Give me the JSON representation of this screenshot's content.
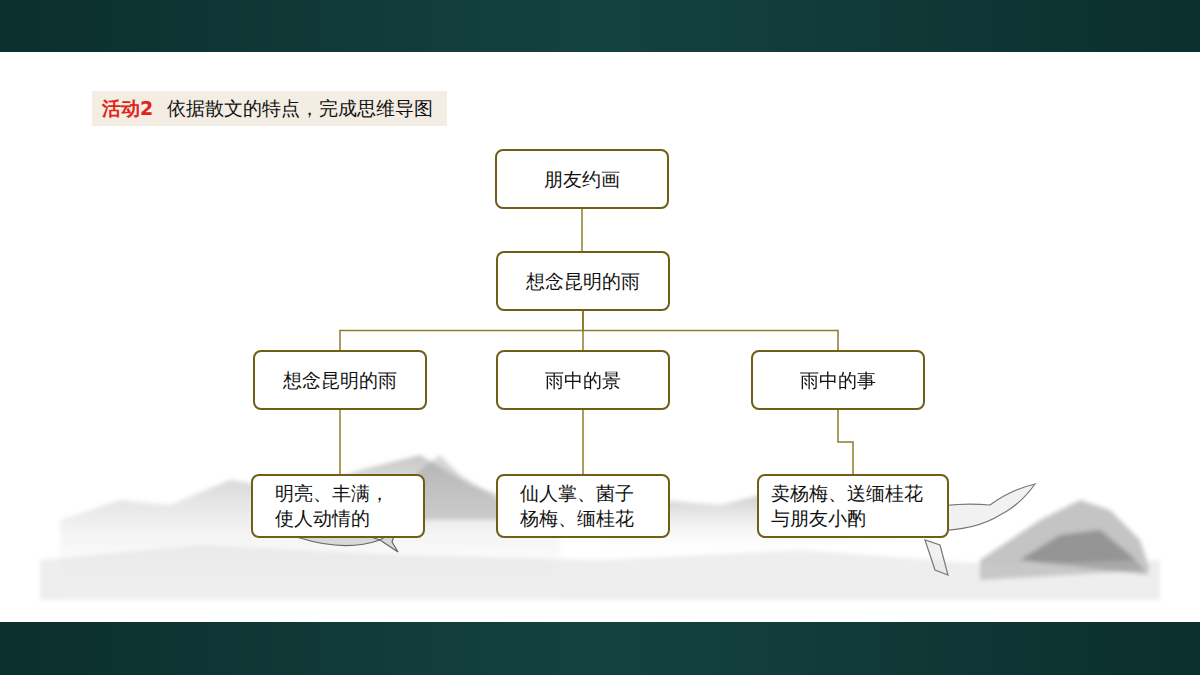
{
  "diagram": {
    "title": "活动2",
    "nodes": [
      {
        "text": [
          "朋友约画"
        ]
      },
      {
        "text": [
          "想念昆明的雨"
        ]
      },
      {
        "text": [
          "想念昆明的雨"
        ]
      },
      {
        "text": [
          "雨中的景"
        ]
      },
      {
        "text": [
          "雨中的事"
        ]
      },
      {
        "text": [
          "明亮、丰满， 使人动情的"
        ]
      },
      {
        "text": [
          "仙人掌、菌子 杨梅、缅桂花"
        ]
      },
      {
        "text": [
          "卖杨梅、送缅桂花 与朋友小酌"
        ]
      }
    ],
    "edges": [
      {
        "from": 0,
        "to": 1,
        "arrow": "none"
      },
      {
        "from": 1,
        "to": 2,
        "arrow": "none"
      },
      {
        "from": 1,
        "to": 3,
        "arrow": "none"
      },
      {
        "from": 1,
        "to": 4,
        "arrow": "none"
      },
      {
        "from": 2,
        "to": 5,
        "arrow": "none"
      },
      {
        "from": 3,
        "to": 6,
        "arrow": "none"
      },
      {
        "from": 4,
        "to": 7,
        "arrow": "none"
      }
    ],
    "labels": [
      "依据散文的特点，完成思维导图"
    ]
  }
}
